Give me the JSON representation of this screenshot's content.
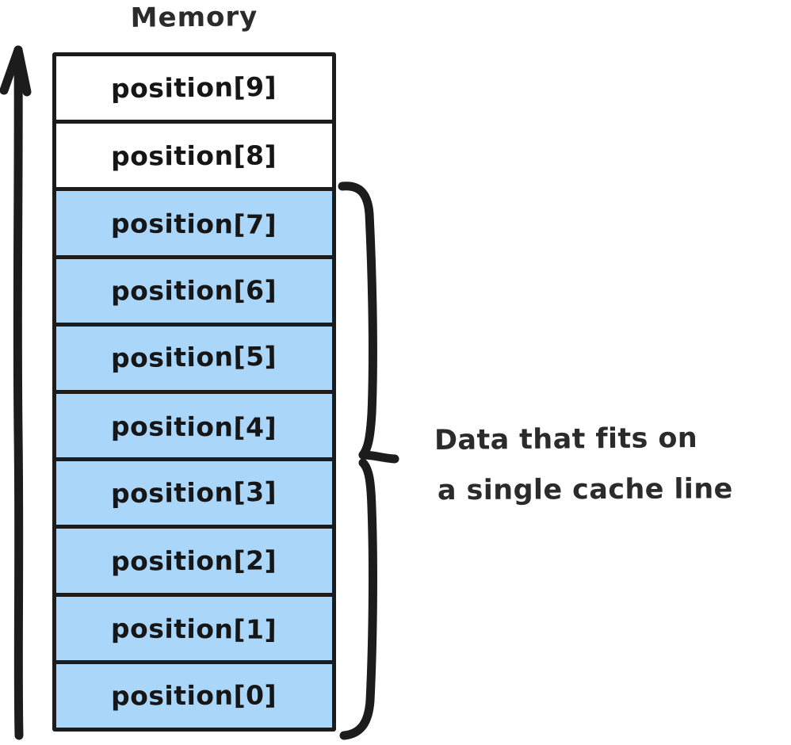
{
  "diagram": {
    "title": "Memory",
    "background_color": "#ffffff",
    "ink_color": "#1c1c1c",
    "highlight_color": "#aad6fa",
    "cells": [
      {
        "label": "position[9]",
        "index": 9,
        "highlighted": false,
        "fill": "#ffffff"
      },
      {
        "label": "position[8]",
        "index": 8,
        "highlighted": false,
        "fill": "#ffffff"
      },
      {
        "label": "position[7]",
        "index": 7,
        "highlighted": true,
        "fill": "#aad6fa"
      },
      {
        "label": "position[6]",
        "index": 6,
        "highlighted": true,
        "fill": "#aad6fa"
      },
      {
        "label": "position[5]",
        "index": 5,
        "highlighted": true,
        "fill": "#aad6fa"
      },
      {
        "label": "position[4]",
        "index": 4,
        "highlighted": true,
        "fill": "#aad6fa"
      },
      {
        "label": "position[3]",
        "index": 3,
        "highlighted": true,
        "fill": "#aad6fa"
      },
      {
        "label": "position[2]",
        "index": 2,
        "highlighted": true,
        "fill": "#aad6fa"
      },
      {
        "label": "position[1]",
        "index": 1,
        "highlighted": true,
        "fill": "#aad6fa"
      },
      {
        "label": "position[0]",
        "index": 0,
        "highlighted": true,
        "fill": "#aad6fa"
      }
    ],
    "annotation": {
      "line1": "Data that fits on",
      "line2": "a single cache line"
    },
    "growth_arrow": {
      "icon": "up-arrow-icon",
      "direction": "up"
    },
    "brace": {
      "icon": "curly-brace-icon",
      "covers_labels": [
        "position[7]",
        "position[6]",
        "position[5]",
        "position[4]",
        "position[3]",
        "position[2]",
        "position[1]",
        "position[0]"
      ]
    }
  }
}
